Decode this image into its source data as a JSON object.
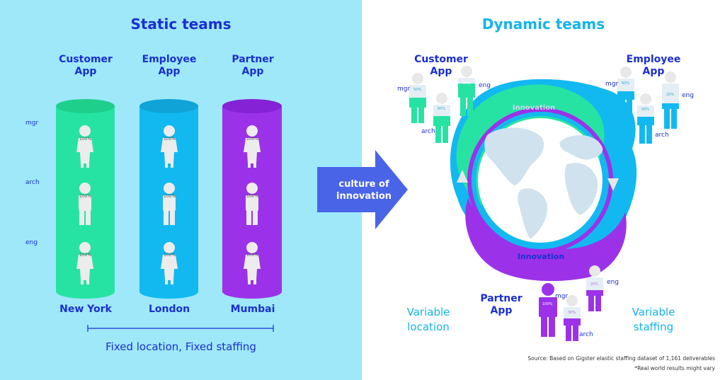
{
  "static": {
    "title": "Static teams",
    "teams": [
      {
        "app": "Customer\nApp",
        "city": "New York",
        "color": "#27e3a3",
        "top_color": "#1ecf8c"
      },
      {
        "app": "Employee\nApp",
        "city": "London",
        "color": "#12b9f0",
        "top_color": "#0fa3d8"
      },
      {
        "app": "Partner\nApp",
        "city": "Mumbai",
        "color": "#9b32e9",
        "top_color": "#8522d6"
      }
    ],
    "roles": [
      "mgr",
      "arch",
      "eng"
    ],
    "allocation": "100%",
    "footnote": "Fixed location, Fixed staffing"
  },
  "arrow": {
    "label": "culture of\ninnovation",
    "color": "#4a64e8"
  },
  "dynamic": {
    "title": "Dynamic teams",
    "customer": {
      "app": "Customer\nApp",
      "roles": [
        "mgr",
        "arch",
        "eng"
      ],
      "values": [
        "50%",
        "60%",
        "70%"
      ]
    },
    "employee": {
      "app": "Employee\nApp",
      "roles": [
        "mgr",
        "arch",
        "eng"
      ],
      "values": [
        "60%",
        "50%",
        "20%"
      ]
    },
    "partner": {
      "app": "Partner\nApp",
      "roles": [
        "mgr",
        "arch",
        "eng"
      ],
      "values": [
        "100%",
        "30%",
        "20%"
      ]
    },
    "innovation_top": "Innovation",
    "innovation_bottom": "Innovation",
    "variable_location": "Variable\nlocation",
    "variable_staffing": "Variable\nstaffing",
    "source": "Source: Based on Gigster elastic staffing dataset of 1,161 deliverables",
    "note": "*Real world results might vary"
  }
}
